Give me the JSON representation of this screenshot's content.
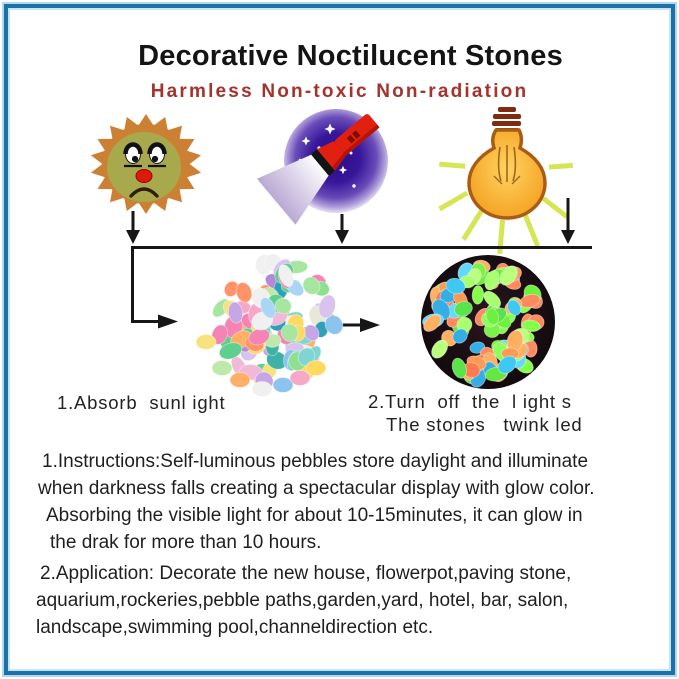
{
  "header": {
    "title": "Decorative Noctilucent Stones",
    "subtitle": "Harmless Non-toxic Non-radiation"
  },
  "captions": {
    "absorb": "1.Absorb  sunl ight",
    "turn_off_line1": "2.Turn  off  the  l ight s",
    "turn_off_line2": "The stones   twink led"
  },
  "instructions": {
    "lines": [
      "1.Instructions:Self-luminous pebbles store daylight and illuminate",
      "when darkness falls creating a spectacular display with glow color.",
      "Absorbing the visible light for about 10-15minutes, it can glow in",
      "the drak for more than 10 hours."
    ]
  },
  "application": {
    "lines": [
      "2.Application: Decorate the new house, flowerpot,paving stone,",
      "aquarium,rockeries,pebble paths,garden,yard, hotel, bar, salon,",
      "landscape,swimming pool,channeldirection etc."
    ]
  },
  "icons": {
    "sun": "sad-sun-icon",
    "flashlight": "flashlight-night-icon",
    "bulb": "light-bulb-icon"
  },
  "colors": {
    "frame_dark": "#1e70a9",
    "frame_light": "#aed9ef",
    "title_text": "#141414",
    "subtitle_text": "#a5322c",
    "body_text": "#1f1f1f",
    "arrow": "#161616",
    "sun_spikes": "#cc8034",
    "sun_face": "#a8a94c",
    "sun_nose": "#e01808",
    "night_center": "#2c0d85",
    "night_edge": "#ded6f0",
    "flashlight_red": "#e3200f",
    "beam_near": "#ffffff",
    "beam_far": "#b9a9d4",
    "bulb_fill": "#f4a01f",
    "bulb_outline": "#a85c14",
    "bulb_cap": "#7e2c10",
    "ray": "#d5e554",
    "glow_background": "#160b10",
    "day_palette": [
      "#f7a8c6",
      "#f583b3",
      "#f0b9d8",
      "#8ee08e",
      "#5ecf8f",
      "#3eb3a5",
      "#2fa0b8",
      "#a6e6a0",
      "#f6e27e",
      "#ffd95e",
      "#f8ef9e",
      "#8cc4f0",
      "#a9d6f5",
      "#c7a6e6",
      "#b28ad6",
      "#d9c2ee",
      "#ffb066",
      "#ff9466",
      "#f0f0f0",
      "#e8e8da",
      "#bfe9a8",
      "#7fd4d4"
    ],
    "glow_palette": [
      "#7af24a",
      "#8cff5c",
      "#64e83e",
      "#a8ff70",
      "#5ae34a",
      "#baff7d",
      "#86ff4a",
      "#6ef03c",
      "#ff8a5e",
      "#ff7a4d",
      "#ff9a55",
      "#ffb060",
      "#3ec8f2",
      "#35aee6",
      "#62d9ff",
      "#ff8a5e"
    ]
  }
}
